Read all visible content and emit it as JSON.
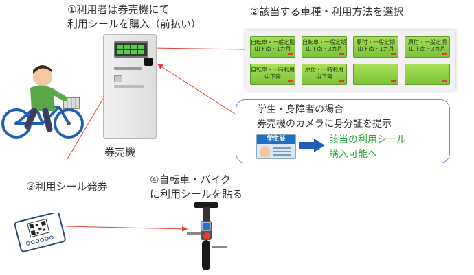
{
  "steps": {
    "step1_line1": "①利用者は券売機にて",
    "step1_line2": "利用シールを購入（前払い）",
    "step2": "②該当する車種・利用方法を選択",
    "step3": "③利用シール発券",
    "step4_line1": "④自転車・バイク",
    "step4_line2": "に利用シールを貼る"
  },
  "kiosk": {
    "label": "券売機"
  },
  "fare_panel": {
    "buttons": [
      {
        "line1": "自転車・一般定期",
        "line2": "山下南・1カ月"
      },
      {
        "line1": "自転車・一般定期",
        "line2": "山下南・3カ月"
      },
      {
        "line1": "原付・一般定期",
        "line2": "山下南・1カ月"
      },
      {
        "line1": "原付・一般定期",
        "line2": "山下南・3カ月"
      },
      {
        "line1": "自転車・一時利用",
        "line2": "山下南"
      },
      {
        "line1": "原付・一時利用",
        "line2": "山下南"
      },
      {
        "line1": "",
        "line2": ""
      },
      {
        "line1": "",
        "line2": ""
      }
    ]
  },
  "info_box": {
    "line1": "学生・身障者の場合",
    "line2": "券売機のカメラに身分証を提示",
    "card_label": "学生証",
    "result_line1": "該当の利用シール",
    "result_line2": "購入可能へ"
  },
  "colors": {
    "arrow_red": "#e2403a",
    "panel_green": "#8ed14a",
    "result_green": "#2aa63a",
    "info_border": "#6a8ccb",
    "shirt_green": "#5aa84a",
    "arrow_blue": "#1f5fb8"
  }
}
